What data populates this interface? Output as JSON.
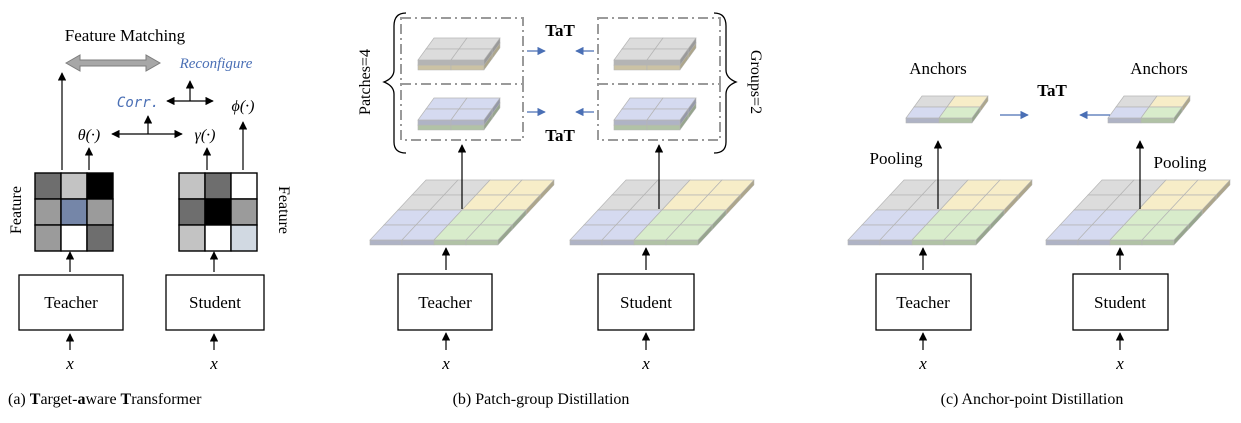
{
  "colors": {
    "gray_face": "#dcdcdc",
    "blue_face": "#d5daf0",
    "yellow_face": "#f7edc8",
    "green_face": "#d8eccb",
    "blue_accent": "#4a6fb5",
    "link_blue": "#4a6fb5",
    "dashed_gray": "#9a9a9a",
    "double_arrow": "#a7a7a7"
  },
  "panel_a": {
    "title": "Feature Matching",
    "reconfigure": "Reconfigure",
    "corr": "Corr.",
    "theta": "θ(·)",
    "gamma": "γ(·)",
    "phi": "ϕ(·)",
    "feature_left": "Feature",
    "feature_right": "Feature",
    "teacher": "Teacher",
    "student": "Student",
    "x_left": "x",
    "x_right": "x",
    "teacher_grid": [
      "#6e6e6e",
      "#c3c3c3",
      "#000000",
      "#9b9b9b",
      "#7586a8",
      "#9b9b9b",
      "#9b9b9b",
      "#ffffff",
      "#6e6e6e"
    ],
    "student_grid": [
      "#c3c3c3",
      "#6e6e6e",
      "#ffffff",
      "#6e6e6e",
      "#000000",
      "#9b9b9b",
      "#c3c3c3",
      "#ffffff",
      "#d1d9e2"
    ],
    "caption_parts": [
      "(a) ",
      "T",
      "arget-",
      "a",
      "ware ",
      "T",
      "ransformer"
    ]
  },
  "panel_b": {
    "patches": "Patches=4",
    "groups": "Groups=2",
    "tat_top": "TaT",
    "tat_bottom": "TaT",
    "teacher": "Teacher",
    "student": "Student",
    "x_left": "x",
    "x_right": "x",
    "caption": "(b) Patch-group Distillation"
  },
  "panel_c": {
    "anchors_left": "Anchors",
    "anchors_right": "Anchors",
    "tat": "TaT",
    "pooling_left": "Pooling",
    "pooling_right": "Pooling",
    "teacher": "Teacher",
    "student": "Student",
    "x_left": "x",
    "x_right": "x",
    "caption": "(c) Anchor-point Distillation"
  }
}
